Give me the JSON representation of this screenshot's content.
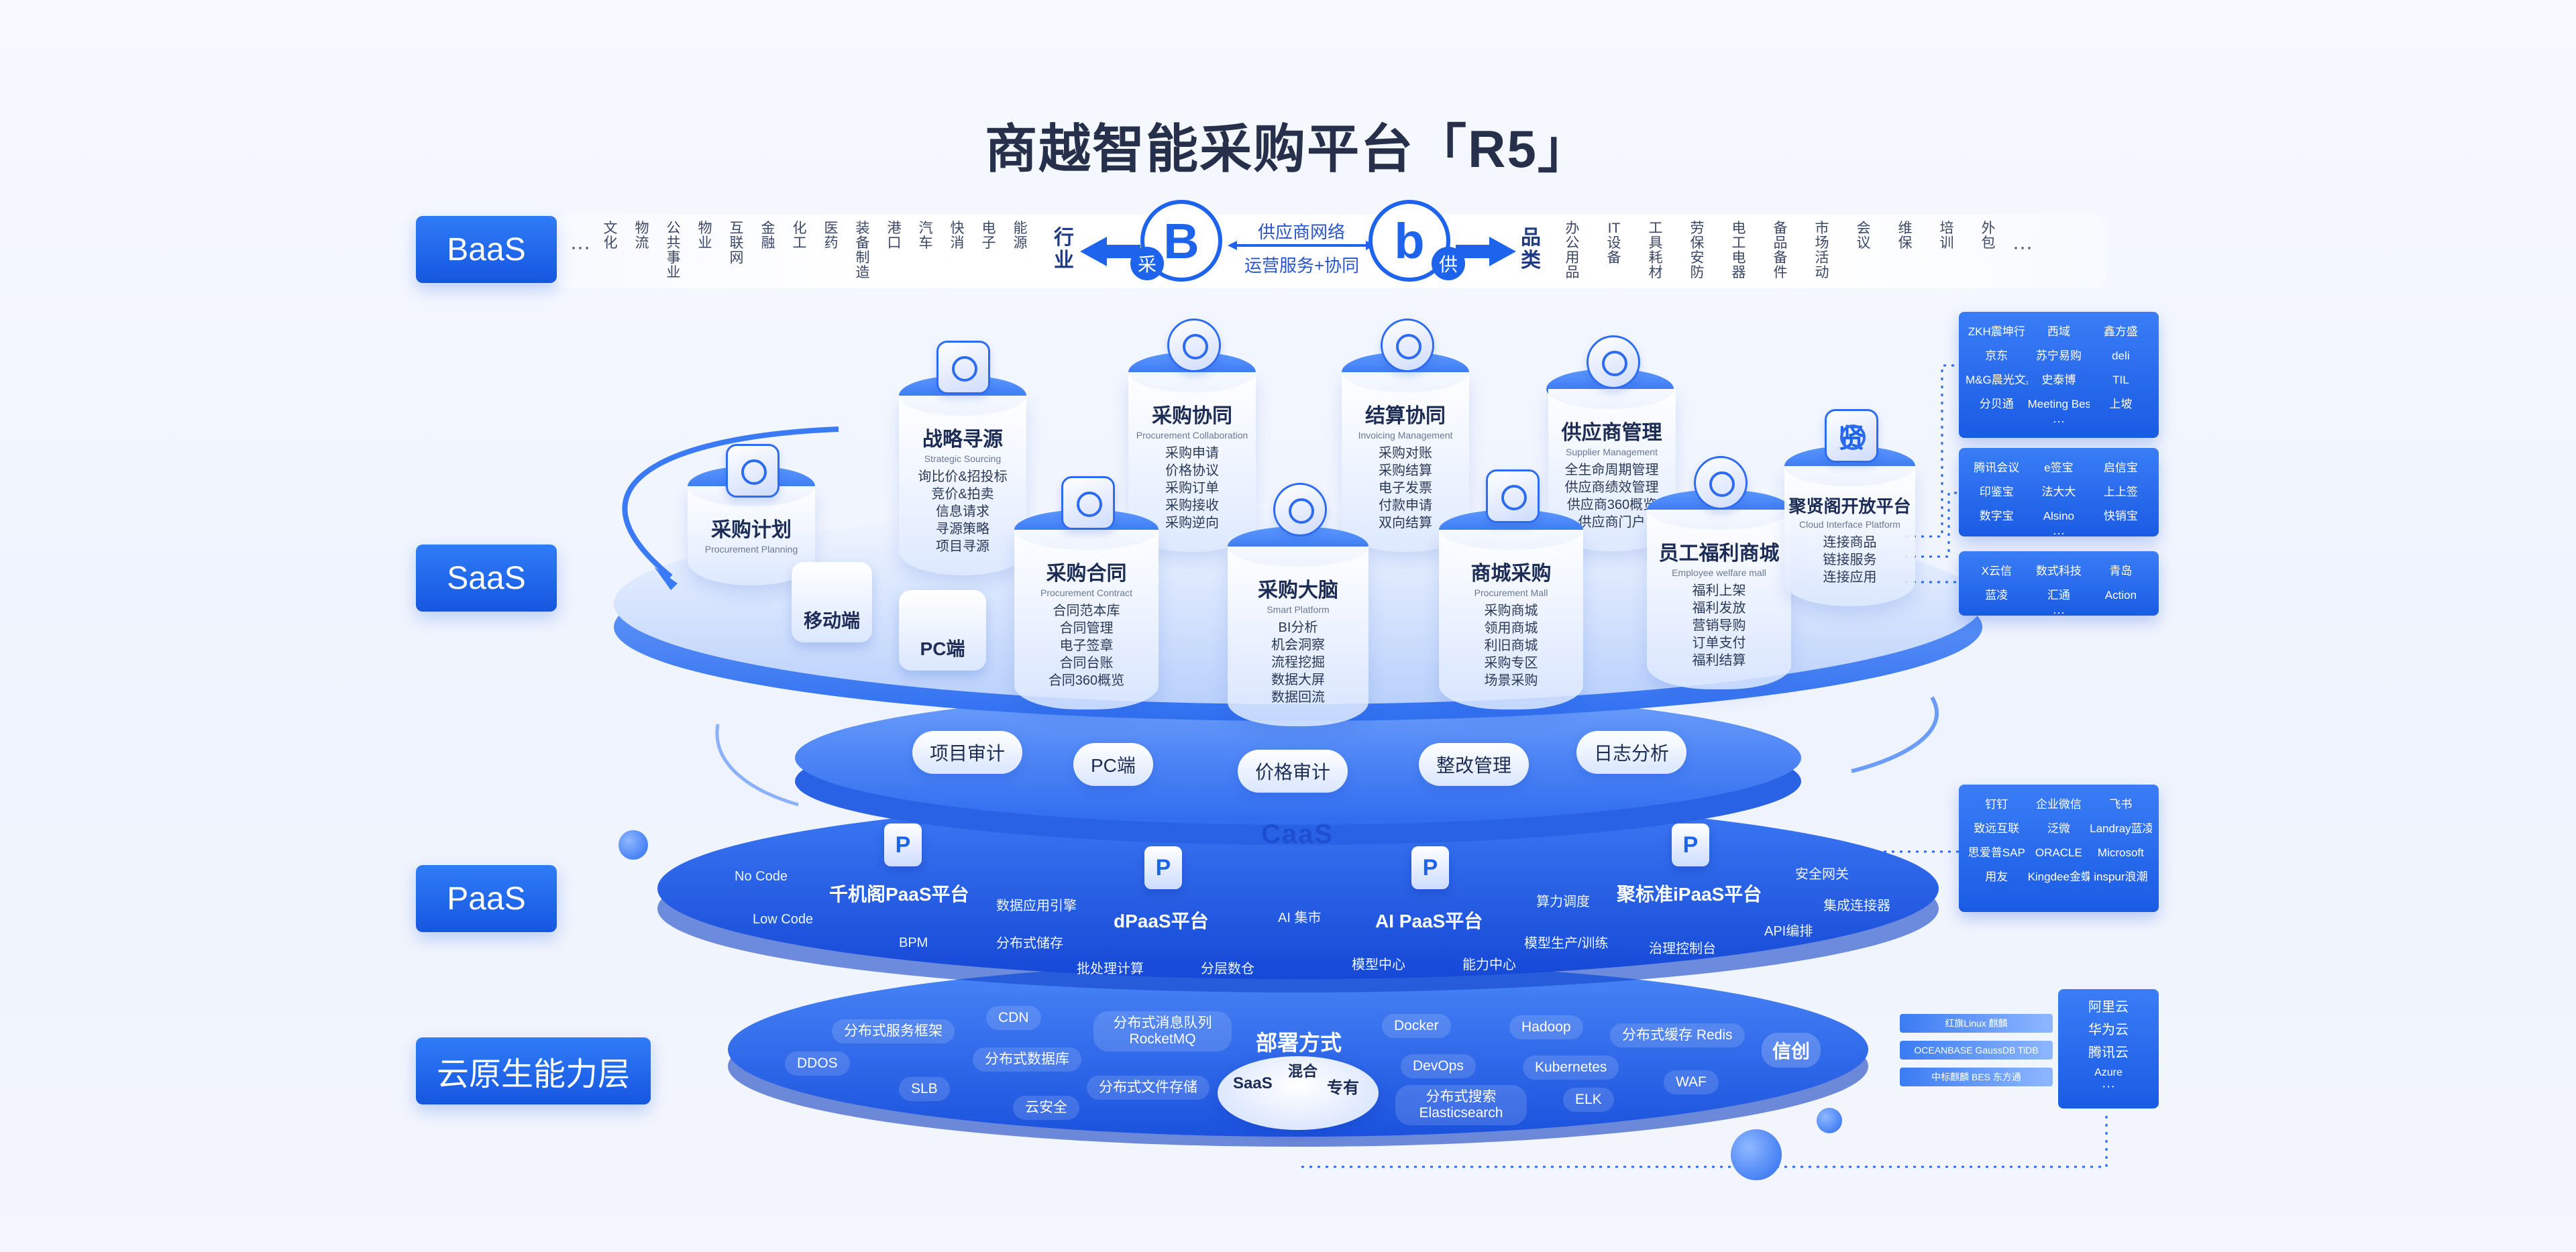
{
  "title": "商越智能采购平台「R5」",
  "layers": {
    "baas": "BaaS",
    "saas": "SaaS",
    "paas": "PaaS",
    "cloud": "云原生能力层"
  },
  "baas": {
    "industries": [
      "文化",
      "物流",
      "公共事业",
      "物业",
      "互联网",
      "金融",
      "化工",
      "医药",
      "装备制造",
      "港口",
      "汽车",
      "快消",
      "电子",
      "能源"
    ],
    "industry_title": "行业",
    "left_ellipsis": "···",
    "buyer_letter": "B",
    "buyer_badge": "采",
    "network_label": "供应商网络",
    "service_label": "运营服务+协同",
    "supplier_letter": "b",
    "supplier_badge": "供",
    "category_title": "品类",
    "categories": [
      "办公用品",
      "IT设备",
      "工具耗材",
      "劳保安防",
      "电工电器",
      "备品备件",
      "市场活动",
      "会议",
      "维保",
      "培训",
      "外包"
    ],
    "right_ellipsis": "···"
  },
  "saas": {
    "modules": [
      {
        "title": "采购计划",
        "sub": "Procurement Planning",
        "items": []
      },
      {
        "title": "战略寻源",
        "sub": "Strategic Sourcing",
        "items": [
          "询比价&招投标",
          "竞价&拍卖",
          "信息请求",
          "寻源策略",
          "项目寻源"
        ]
      },
      {
        "title": "采购协同",
        "sub": "Procurement Collaboration",
        "items": [
          "采购申请",
          "价格协议",
          "采购订单",
          "采购接收",
          "采购逆向"
        ]
      },
      {
        "title": "结算协同",
        "sub": "Invoicing Management",
        "items": [
          "采购对账",
          "采购结算",
          "电子发票",
          "付款申请",
          "双向结算"
        ]
      },
      {
        "title": "供应商管理",
        "sub": "Supplier Management",
        "items": [
          "全生命周期管理",
          "供应商绩效管理",
          "供应商360概览",
          "供应商门户"
        ]
      },
      {
        "title": "采购合同",
        "sub": "Procurement Contract",
        "items": [
          "合同范本库",
          "合同管理",
          "电子签章",
          "合同台账",
          "合同360概览"
        ]
      },
      {
        "title": "采购大脑",
        "sub": "Smart Platform",
        "items": [
          "BI分析",
          "机会洞察",
          "流程挖掘",
          "数据大屏",
          "数据回流"
        ]
      },
      {
        "title": "商城采购",
        "sub": "Procurement Mall",
        "items": [
          "采购商城",
          "领用商城",
          "利旧商城",
          "采购专区",
          "场景采购"
        ]
      },
      {
        "title": "员工福利商城",
        "sub": "Employee welfare mall",
        "items": [
          "福利上架",
          "福利发放",
          "营销导购",
          "订单支付",
          "福利结算"
        ]
      },
      {
        "title": "聚贤阁开放平台",
        "sub": "Cloud Interface Platform",
        "items": [
          "连接商品",
          "链接服务",
          "连接应用"
        ]
      }
    ],
    "mobile": "移动端",
    "pc": "PC端",
    "juxian_icon": "贤"
  },
  "caas": {
    "label": "CaaS",
    "pills": [
      "项目审计",
      "PC端",
      "价格审计",
      "整改管理",
      "日志分析"
    ]
  },
  "paas": {
    "platforms": [
      {
        "name": "千机阁PaaS平台",
        "tags": [
          "No Code",
          "Low Code",
          "BPM"
        ]
      },
      {
        "name": "dPaaS平台",
        "tags": [
          "数据应用引擎",
          "分布式储存",
          "批处理计算",
          "分层数仓"
        ]
      },
      {
        "name": "AI PaaS平台",
        "tags": [
          "AI 集市",
          "算力调度",
          "模型中心",
          "能力中心",
          "模型生产/训练"
        ]
      },
      {
        "name": "聚标准iPaaS平台",
        "tags": [
          "安全网关",
          "集成连接器",
          "API编排",
          "治理控制台"
        ]
      }
    ],
    "p_letter": "P"
  },
  "cloud": {
    "items": [
      "分布式服务框架",
      "CDN",
      "分布式消息队列 RocketMQ",
      "Docker",
      "Hadoop",
      "分布式缓存 Redis",
      "DDOS",
      "分布式数据库",
      "DevOps",
      "Kubernetes",
      "SLB",
      "分布式文件存储",
      "分布式搜索 Elasticsearch",
      "WAF",
      "云安全",
      "ELK"
    ],
    "deploy_title": "部署方式",
    "deploy_saas": "SaaS",
    "deploy_hybrid": "混合",
    "deploy_private": "专有",
    "xinchuang": "信创"
  },
  "partners": {
    "mall": [
      "ZKH震坤行",
      "西域",
      "鑫方盛",
      "京东",
      "苏宁易购",
      "deli",
      "M&G晨光文具",
      "史泰博",
      "TIL",
      "分贝通",
      "Meeting Best",
      "上坡"
    ],
    "service": [
      "腾讯会议",
      "e签宝",
      "启信宝",
      "印鉴宝",
      "法大大",
      "上上签",
      "数字宝",
      "Alsino",
      "快销宝"
    ],
    "apps": [
      "X云信",
      "数式科技",
      "青岛",
      "蓝凌",
      "汇通",
      "Action"
    ],
    "office": [
      "钉钉",
      "企业微信",
      "飞书",
      "致远互联",
      "泛微",
      "Landray蓝凌",
      "思爱普SAP",
      "ORACLE",
      "Microsoft",
      "用友",
      "Kingdee金蝶",
      "inspur浪潮"
    ],
    "cloud_vendors": [
      "阿里云",
      "华为云",
      "腾讯云",
      "Azure"
    ],
    "xinchuang_vendors": [
      "红旗Linux  麒麟",
      "OCEANBASE  GaussDB  TiDB",
      "中标麒麟  BES  东方通"
    ],
    "more": "···"
  }
}
